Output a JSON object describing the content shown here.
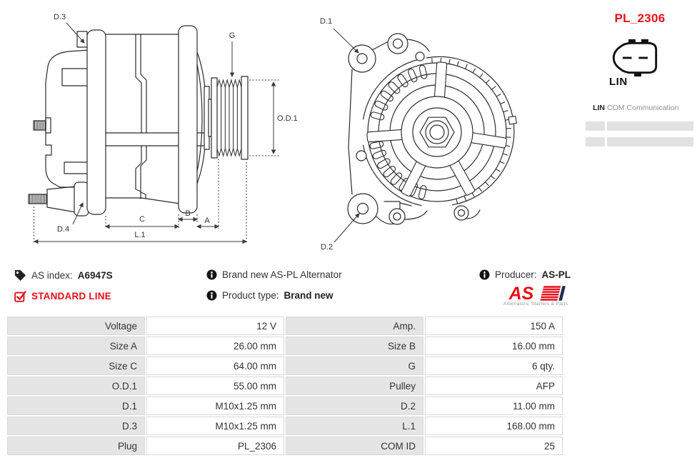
{
  "colors": {
    "brand_red": "#e8101b",
    "table_label_bg": "#e5e5e5",
    "placeholder_gray": "#e2e2e2"
  },
  "header": {
    "plug_code": "PL_2306",
    "connector_label": "LIN"
  },
  "comm_table": {
    "key": "LIN",
    "value": "COM Communication"
  },
  "side_diagram": {
    "labels": {
      "d3": "D.3",
      "g": "G",
      "od1": "O.D.1",
      "d4": "D.4",
      "c": "C",
      "b": "B",
      "a": "A",
      "l1": "L.1"
    }
  },
  "front_diagram": {
    "labels": {
      "d1": "D.1",
      "d2": "D.2"
    }
  },
  "info": {
    "as_index_label": "AS index:",
    "as_index_value": "A6947S",
    "standard_line": "STANDARD LINE",
    "description": "Brand new AS-PL Alternator",
    "product_type_label": "Product type:",
    "product_type_value": "Brand new",
    "producer_label": "Producer:",
    "producer_value": "AS-PL",
    "logo_text": "AS",
    "logo_tagline": "Alternators, Starters & Parts"
  },
  "spec_table": {
    "rows": [
      {
        "l1": "Voltage",
        "v1": "12 V",
        "l2": "Amp.",
        "v2": "150 A"
      },
      {
        "l1": "Size A",
        "v1": "26.00 mm",
        "l2": "Size B",
        "v2": "16.00 mm"
      },
      {
        "l1": "Size C",
        "v1": "64.00 mm",
        "l2": "G",
        "v2": "6 qty."
      },
      {
        "l1": "O.D.1",
        "v1": "55.00 mm",
        "l2": "Pulley",
        "v2": "AFP"
      },
      {
        "l1": "D.1",
        "v1": "M10x1.25 mm",
        "l2": "D.2",
        "v2": "11.00 mm"
      },
      {
        "l1": "D.3",
        "v1": "M10x1.25 mm",
        "l2": "L.1",
        "v2": "168.00 mm"
      },
      {
        "l1": "Plug",
        "v1": "PL_2306",
        "l2": "COM ID",
        "v2": "25"
      }
    ]
  }
}
